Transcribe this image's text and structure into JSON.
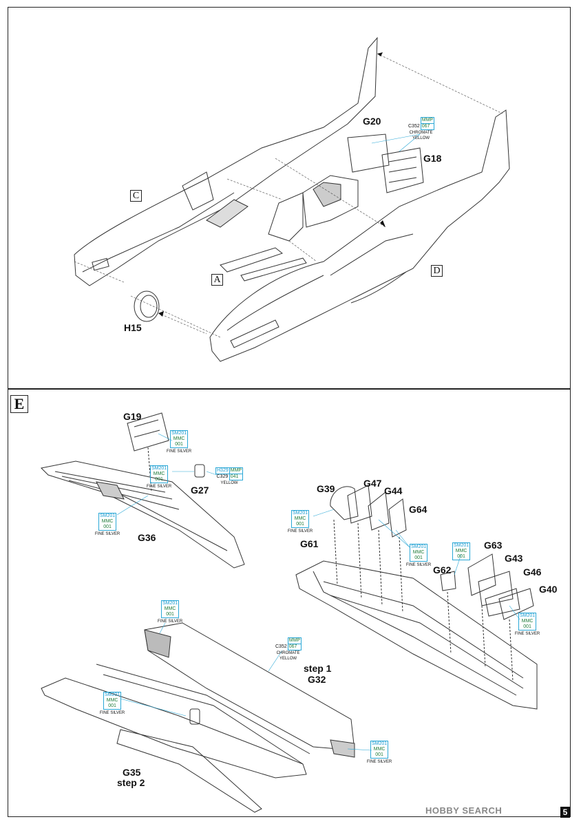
{
  "top_section": {
    "assembly_letters": [
      "C",
      "A",
      "D"
    ],
    "parts": {
      "g20": "G20",
      "g18": "G18",
      "h15": "H15"
    },
    "color_chromate": {
      "mmp_top": "MMP",
      "c_code": "C352",
      "mmp_code": "067",
      "name_line1": "CHROMATE",
      "name_line2": "YELLOW"
    }
  },
  "bottom_section": {
    "section_letter": "E",
    "parts": {
      "g19": "G19",
      "g27": "G27",
      "g36": "G36",
      "g39": "G39",
      "g47": "G47",
      "g44": "G44",
      "g64": "G64",
      "g61": "G61",
      "g62": "G62",
      "g63": "G63",
      "g43": "G43",
      "g46": "G46",
      "g40": "G40",
      "step1": "step 1",
      "g32": "G32",
      "g35": "G35",
      "step2": "step 2"
    },
    "fine_silver": {
      "sm": "SM201",
      "mmc": "MMC",
      "num": "001",
      "name": "FINE SILVER"
    },
    "yellow_g27": {
      "h": "H329",
      "mmp": "MMP",
      "c": "C329",
      "num": "041",
      "name": "YELLOW"
    },
    "chromate_g32": {
      "mmp_top": "MMP",
      "c_code": "C352",
      "mmp_code": "067",
      "name_line1": "CHROMATE",
      "name_line2": "YELLOW"
    }
  },
  "footer": {
    "watermark": "HOBBY SEARCH",
    "page_number": "5"
  }
}
